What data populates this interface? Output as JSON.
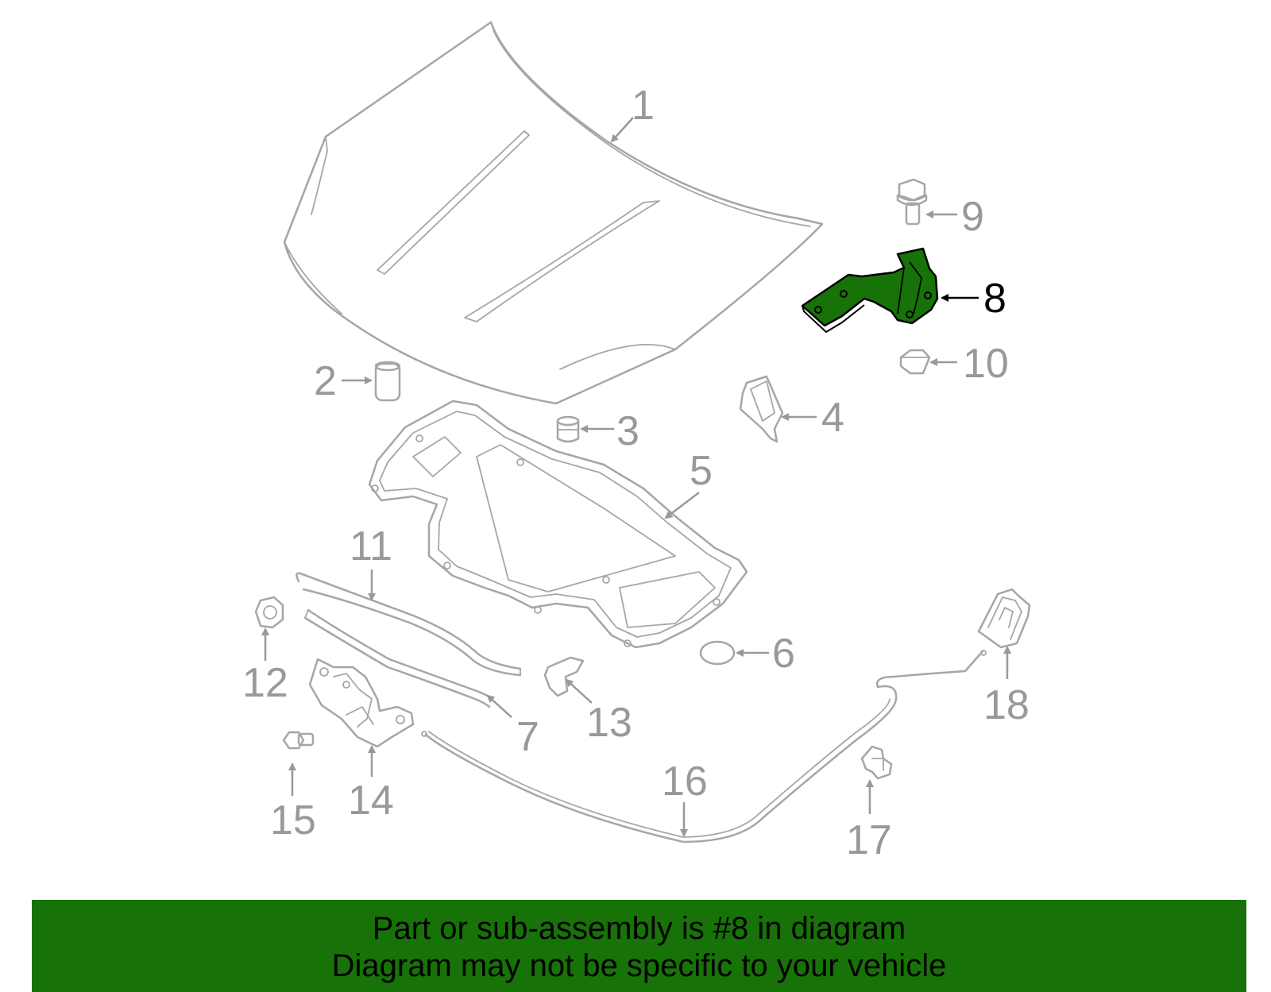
{
  "callouts": {
    "c1": "1",
    "c2": "2",
    "c3": "3",
    "c4": "4",
    "c5": "5",
    "c6": "6",
    "c7": "7",
    "c8": "8",
    "c9": "9",
    "c10": "10",
    "c11": "11",
    "c12": "12",
    "c13": "13",
    "c14": "14",
    "c15": "15",
    "c16": "16",
    "c17": "17",
    "c18": "18"
  },
  "highlight": {
    "part_number": "8",
    "color": "#177207"
  },
  "colors": {
    "line_art": "#a6a6a6",
    "callout_text": "#999999",
    "highlight_fill": "#177207"
  },
  "banner": {
    "line1": "Part or sub-assembly is #8 in diagram",
    "line2": "Diagram may not be specific to your vehicle",
    "background": "#177207"
  }
}
